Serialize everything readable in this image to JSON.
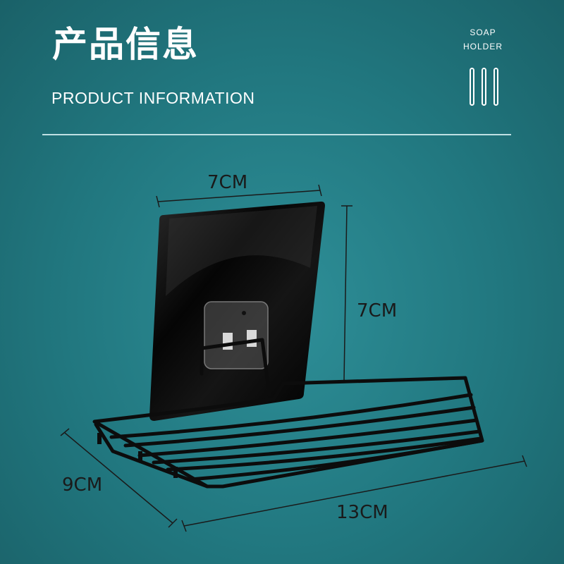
{
  "header": {
    "title_cn": "产品信息",
    "title_en": "PRODUCT INFORMATION",
    "brand_line1": "SOAP",
    "brand_line2": "HOLDER"
  },
  "dimensions": {
    "top_width": "7CM",
    "height": "7CM",
    "depth": "9CM",
    "length": "13CM"
  },
  "colors": {
    "background": "#21777f",
    "text": "#ffffff",
    "product": "#0c0c0c"
  },
  "image": {
    "subject": "black wall-mounted wire soap holder with adhesive plate"
  }
}
